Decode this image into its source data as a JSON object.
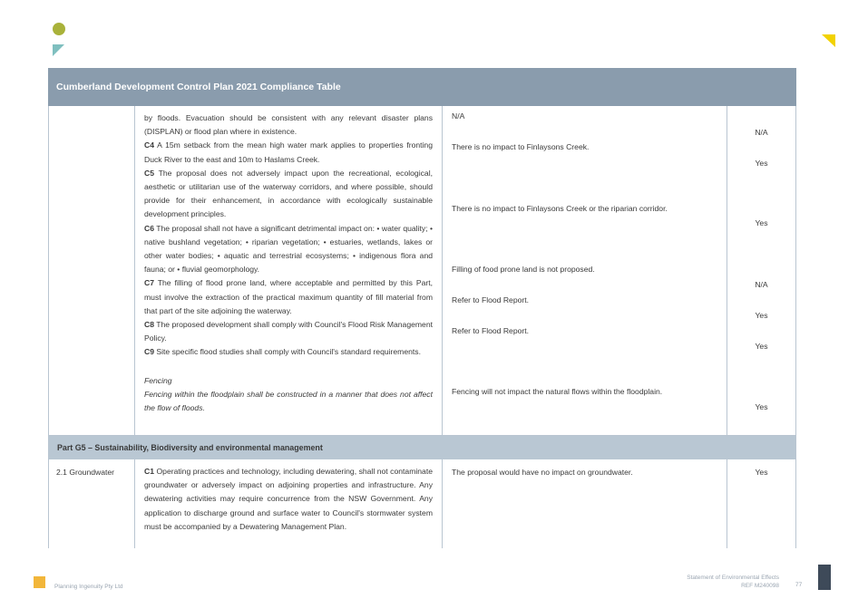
{
  "table": {
    "title": "Cumberland Development Control Plan 2021 Compliance Table",
    "row1": {
      "c_intro": "by floods. Evacuation should be consistent with any relevant disaster plans (DISPLAN) or flood plan where in existence.",
      "c4_code": "C4",
      "c4_text": " A 15m setback from the mean high water mark applies to properties fronting Duck River to the east and 10m to Haslams Creek.",
      "c5_code": "C5",
      "c5_text": " The proposal does not adversely impact upon the recreational, ecological, aesthetic or utilitarian use of the waterway corridors, and where possible, should provide for their enhancement, in accordance with ecologically sustainable development principles.",
      "c6_code": "C6",
      "c6_text": " The proposal shall not have a significant detrimental impact on: • water quality; • native bushland vegetation; • riparian vegetation; • estuaries, wetlands, lakes or other water bodies; • aquatic and terrestrial ecosystems; • indigenous flora and fauna; or • fluvial geomorphology.",
      "c7_code": "C7",
      "c7_text": " The filling of flood prone land, where acceptable and permitted by this Part, must involve the extraction of the practical maximum quantity of fill material from that part of the site adjoining the waterway.",
      "c8_code": "C8",
      "c8_text": " The proposed development shall comply with Council's Flood Risk Management Policy.",
      "c9_code": "C9",
      "c9_text": " Site specific flood studies shall comply with Council's standard requirements.",
      "fencing_heading": "Fencing",
      "fencing_text": "Fencing within the floodplain shall be constructed in a manner that does not affect the flow of floods.",
      "responses": [
        "N/A",
        "There is no impact to Finlaysons Creek.",
        "There is no impact to Finlaysons Creek or the riparian corridor.",
        "Filling of food prone land is not proposed.",
        "Refer to Flood Report.",
        "Refer to Flood Report.",
        "Fencing will not impact the natural flows within the floodplain."
      ],
      "compliance": [
        "N/A",
        "Yes",
        "Yes",
        "N/A",
        "Yes",
        "Yes",
        "Yes"
      ]
    },
    "section_g5": "Part G5 – Sustainability, Biodiversity and environmental management",
    "row2": {
      "label": "2.1 Groundwater",
      "c1_code": "C1",
      "c1_text": " Operating practices and technology, including dewatering, shall not contaminate groundwater or adversely impact on adjoining properties and infrastructure. Any dewatering activities may require concurrence from the NSW Government. Any application to discharge ground and surface water to Council's stormwater system must be accompanied by a Dewatering Management Plan.",
      "response": "The proposal would have no impact on groundwater.",
      "compliance": "Yes"
    }
  },
  "footer": {
    "company": "Planning Ingenuity Pty Ltd",
    "doc_title": "Statement of Environmental Effects",
    "ref": "REF M240098",
    "page": "77"
  },
  "colors": {
    "title_bar": "#8a9cad",
    "section_bar": "#b9c7d3",
    "deco_olive": "#a9b23a",
    "deco_teal": "#7fbfbf",
    "deco_yellow": "#f2d200",
    "footer_orange": "#f2b63a"
  }
}
